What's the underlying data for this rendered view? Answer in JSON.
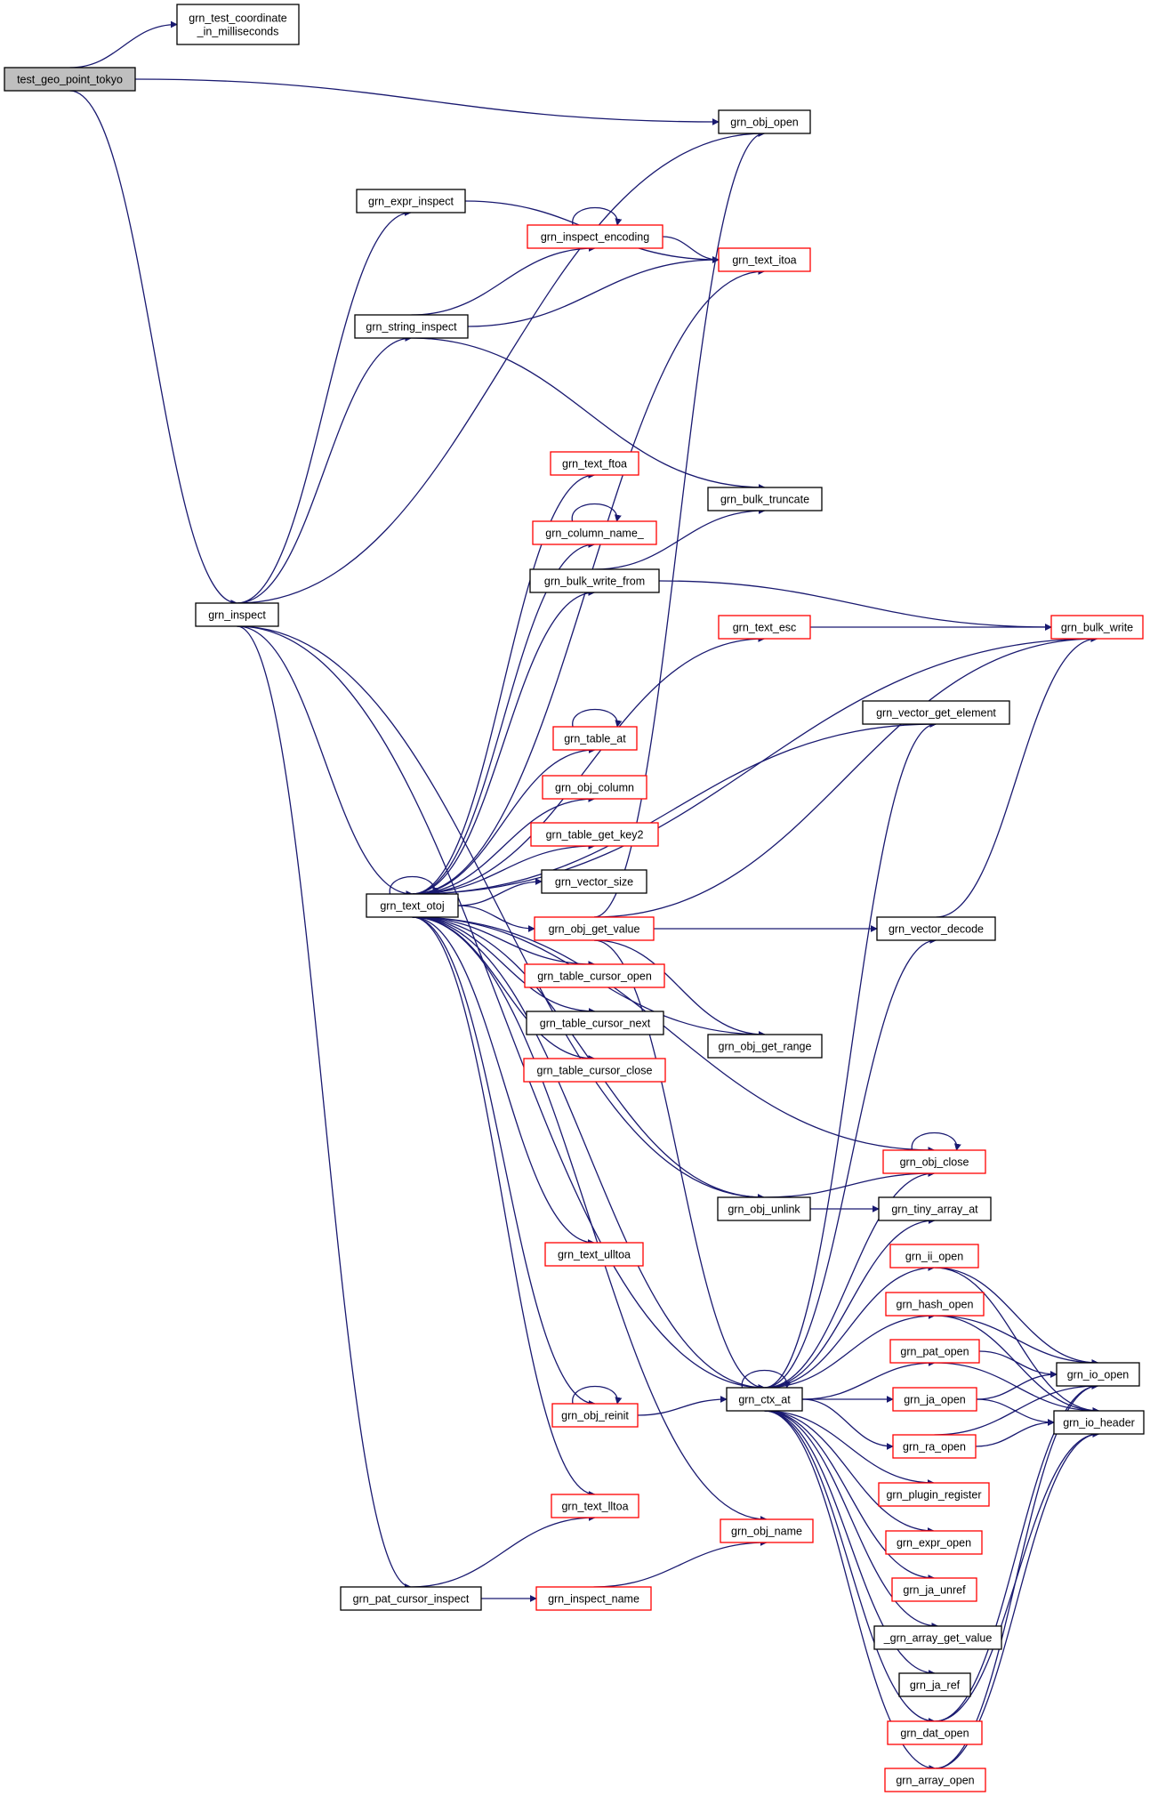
{
  "colors": {
    "edge": "#191970",
    "root_fill": "#bfbfbf",
    "red_border": "#ff0000",
    "black_border": "#000000"
  },
  "nodes": [
    {
      "id": "test_geo_point_tokyo",
      "label": "test_geo_point_tokyo",
      "style": "root"
    },
    {
      "id": "grn_test_coordinate_in_milliseconds",
      "label": "grn_test_coordinate\n_in_milliseconds",
      "style": "black"
    },
    {
      "id": "grn_obj_open",
      "label": "grn_obj_open",
      "style": "black"
    },
    {
      "id": "grn_inspect",
      "label": "grn_inspect",
      "style": "black"
    },
    {
      "id": "grn_expr_inspect",
      "label": "grn_expr_inspect",
      "style": "black"
    },
    {
      "id": "grn_inspect_encoding",
      "label": "grn_inspect_encoding",
      "style": "red"
    },
    {
      "id": "grn_text_itoa",
      "label": "grn_text_itoa",
      "style": "red"
    },
    {
      "id": "grn_string_inspect",
      "label": "grn_string_inspect",
      "style": "black"
    },
    {
      "id": "grn_text_ftoa",
      "label": "grn_text_ftoa",
      "style": "red"
    },
    {
      "id": "grn_bulk_truncate",
      "label": "grn_bulk_truncate",
      "style": "black"
    },
    {
      "id": "grn_column_name_",
      "label": "grn_column_name_",
      "style": "red"
    },
    {
      "id": "grn_bulk_write_from",
      "label": "grn_bulk_write_from",
      "style": "black"
    },
    {
      "id": "grn_text_esc",
      "label": "grn_text_esc",
      "style": "red"
    },
    {
      "id": "grn_bulk_write",
      "label": "grn_bulk_write",
      "style": "red"
    },
    {
      "id": "grn_vector_get_element",
      "label": "grn_vector_get_element",
      "style": "black"
    },
    {
      "id": "grn_table_at",
      "label": "grn_table_at",
      "style": "red"
    },
    {
      "id": "grn_obj_column",
      "label": "grn_obj_column",
      "style": "red"
    },
    {
      "id": "grn_table_get_key2",
      "label": "grn_table_get_key2",
      "style": "red"
    },
    {
      "id": "grn_vector_size",
      "label": "grn_vector_size",
      "style": "black"
    },
    {
      "id": "grn_text_otoj",
      "label": "grn_text_otoj",
      "style": "black"
    },
    {
      "id": "grn_obj_get_value",
      "label": "grn_obj_get_value",
      "style": "red"
    },
    {
      "id": "grn_vector_decode",
      "label": "grn_vector_decode",
      "style": "black"
    },
    {
      "id": "grn_table_cursor_open",
      "label": "grn_table_cursor_open",
      "style": "red"
    },
    {
      "id": "grn_table_cursor_next",
      "label": "grn_table_cursor_next",
      "style": "black"
    },
    {
      "id": "grn_obj_get_range",
      "label": "grn_obj_get_range",
      "style": "black"
    },
    {
      "id": "grn_table_cursor_close",
      "label": "grn_table_cursor_close",
      "style": "red"
    },
    {
      "id": "grn_obj_close",
      "label": "grn_obj_close",
      "style": "red"
    },
    {
      "id": "grn_obj_unlink",
      "label": "grn_obj_unlink",
      "style": "black"
    },
    {
      "id": "grn_tiny_array_at",
      "label": "grn_tiny_array_at",
      "style": "black"
    },
    {
      "id": "grn_text_ulltoa",
      "label": "grn_text_ulltoa",
      "style": "red"
    },
    {
      "id": "grn_ii_open",
      "label": "grn_ii_open",
      "style": "red"
    },
    {
      "id": "grn_hash_open",
      "label": "grn_hash_open",
      "style": "red"
    },
    {
      "id": "grn_pat_open",
      "label": "grn_pat_open",
      "style": "red"
    },
    {
      "id": "grn_io_open",
      "label": "grn_io_open",
      "style": "black"
    },
    {
      "id": "grn_obj_reinit",
      "label": "grn_obj_reinit",
      "style": "red"
    },
    {
      "id": "grn_ctx_at",
      "label": "grn_ctx_at",
      "style": "black"
    },
    {
      "id": "grn_ja_open",
      "label": "grn_ja_open",
      "style": "red"
    },
    {
      "id": "grn_io_header",
      "label": "grn_io_header",
      "style": "black"
    },
    {
      "id": "grn_ra_open",
      "label": "grn_ra_open",
      "style": "red"
    },
    {
      "id": "grn_plugin_register",
      "label": "grn_plugin_register",
      "style": "red"
    },
    {
      "id": "grn_text_lltoa",
      "label": "grn_text_lltoa",
      "style": "red"
    },
    {
      "id": "grn_obj_name",
      "label": "grn_obj_name",
      "style": "red"
    },
    {
      "id": "grn_expr_open",
      "label": "grn_expr_open",
      "style": "red"
    },
    {
      "id": "grn_pat_cursor_inspect",
      "label": "grn_pat_cursor_inspect",
      "style": "black"
    },
    {
      "id": "grn_inspect_name",
      "label": "grn_inspect_name",
      "style": "red"
    },
    {
      "id": "grn_ja_unref",
      "label": "grn_ja_unref",
      "style": "red"
    },
    {
      "id": "_grn_array_get_value",
      "label": "_grn_array_get_value",
      "style": "black"
    },
    {
      "id": "grn_ja_ref",
      "label": "grn_ja_ref",
      "style": "black"
    },
    {
      "id": "grn_dat_open",
      "label": "grn_dat_open",
      "style": "red"
    },
    {
      "id": "grn_array_open",
      "label": "grn_array_open",
      "style": "red"
    }
  ],
  "edges": [
    [
      "test_geo_point_tokyo",
      "grn_test_coordinate_in_milliseconds"
    ],
    [
      "test_geo_point_tokyo",
      "grn_obj_open"
    ],
    [
      "test_geo_point_tokyo",
      "grn_inspect"
    ],
    [
      "grn_inspect",
      "grn_obj_open"
    ],
    [
      "grn_inspect",
      "grn_expr_inspect"
    ],
    [
      "grn_inspect",
      "grn_string_inspect"
    ],
    [
      "grn_inspect",
      "grn_text_otoj"
    ],
    [
      "grn_inspect",
      "grn_obj_unlink"
    ],
    [
      "grn_inspect",
      "grn_ctx_at"
    ],
    [
      "grn_inspect",
      "grn_pat_cursor_inspect"
    ],
    [
      "grn_expr_inspect",
      "grn_text_itoa"
    ],
    [
      "grn_inspect_encoding",
      "grn_inspect_encoding"
    ],
    [
      "grn_inspect_encoding",
      "grn_text_itoa"
    ],
    [
      "grn_string_inspect",
      "grn_inspect_encoding"
    ],
    [
      "grn_string_inspect",
      "grn_text_itoa"
    ],
    [
      "grn_string_inspect",
      "grn_bulk_truncate"
    ],
    [
      "grn_text_otoj",
      "grn_text_itoa"
    ],
    [
      "grn_text_otoj",
      "grn_bulk_write"
    ],
    [
      "grn_text_otoj",
      "grn_text_ftoa"
    ],
    [
      "grn_text_otoj",
      "grn_column_name_"
    ],
    [
      "grn_column_name_",
      "grn_column_name_"
    ],
    [
      "grn_text_otoj",
      "grn_bulk_write_from"
    ],
    [
      "grn_bulk_write_from",
      "grn_bulk_truncate"
    ],
    [
      "grn_bulk_write_from",
      "grn_bulk_write"
    ],
    [
      "grn_text_otoj",
      "grn_text_esc"
    ],
    [
      "grn_text_esc",
      "grn_bulk_write"
    ],
    [
      "grn_text_otoj",
      "grn_vector_get_element"
    ],
    [
      "grn_text_otoj",
      "grn_table_at"
    ],
    [
      "grn_table_at",
      "grn_table_at"
    ],
    [
      "grn_text_otoj",
      "grn_obj_column"
    ],
    [
      "grn_text_otoj",
      "grn_table_get_key2"
    ],
    [
      "grn_text_otoj",
      "grn_vector_size"
    ],
    [
      "grn_text_otoj",
      "grn_text_otoj"
    ],
    [
      "grn_text_otoj",
      "grn_obj_get_value"
    ],
    [
      "grn_obj_get_value",
      "grn_obj_open"
    ],
    [
      "grn_obj_get_value",
      "grn_bulk_write"
    ],
    [
      "grn_obj_get_value",
      "grn_vector_decode"
    ],
    [
      "grn_obj_get_value",
      "grn_obj_get_range"
    ],
    [
      "grn_obj_get_value",
      "grn_ctx_at"
    ],
    [
      "grn_vector_decode",
      "grn_bulk_write"
    ],
    [
      "grn_text_otoj",
      "grn_table_cursor_open"
    ],
    [
      "grn_text_otoj",
      "grn_table_cursor_next"
    ],
    [
      "grn_text_otoj",
      "grn_table_cursor_close"
    ],
    [
      "grn_text_otoj",
      "grn_obj_get_range"
    ],
    [
      "grn_text_otoj",
      "grn_obj_close"
    ],
    [
      "grn_obj_close",
      "grn_obj_close"
    ],
    [
      "grn_text_otoj",
      "grn_obj_unlink"
    ],
    [
      "grn_obj_unlink",
      "grn_obj_close"
    ],
    [
      "grn_obj_unlink",
      "grn_tiny_array_at"
    ],
    [
      "grn_text_otoj",
      "grn_text_ulltoa"
    ],
    [
      "grn_text_otoj",
      "grn_obj_reinit"
    ],
    [
      "grn_obj_reinit",
      "grn_obj_reinit"
    ],
    [
      "grn_obj_reinit",
      "grn_ctx_at"
    ],
    [
      "grn_text_otoj",
      "grn_ctx_at"
    ],
    [
      "grn_text_otoj",
      "grn_text_lltoa"
    ],
    [
      "grn_text_otoj",
      "grn_obj_name"
    ],
    [
      "grn_ctx_at",
      "grn_ctx_at"
    ],
    [
      "grn_ctx_at",
      "grn_vector_get_element"
    ],
    [
      "grn_ctx_at",
      "grn_vector_decode"
    ],
    [
      "grn_ctx_at",
      "grn_obj_close"
    ],
    [
      "grn_ctx_at",
      "grn_tiny_array_at"
    ],
    [
      "grn_ctx_at",
      "grn_ii_open"
    ],
    [
      "grn_ctx_at",
      "grn_hash_open"
    ],
    [
      "grn_ctx_at",
      "grn_pat_open"
    ],
    [
      "grn_ctx_at",
      "grn_ja_open"
    ],
    [
      "grn_ctx_at",
      "grn_ra_open"
    ],
    [
      "grn_ctx_at",
      "grn_plugin_register"
    ],
    [
      "grn_ctx_at",
      "grn_expr_open"
    ],
    [
      "grn_ctx_at",
      "grn_ja_unref"
    ],
    [
      "grn_ctx_at",
      "_grn_array_get_value"
    ],
    [
      "grn_ctx_at",
      "grn_ja_ref"
    ],
    [
      "grn_ctx_at",
      "grn_dat_open"
    ],
    [
      "grn_ctx_at",
      "grn_array_open"
    ],
    [
      "grn_ii_open",
      "grn_io_open"
    ],
    [
      "grn_ii_open",
      "grn_io_header"
    ],
    [
      "grn_hash_open",
      "grn_io_open"
    ],
    [
      "grn_hash_open",
      "grn_io_header"
    ],
    [
      "grn_pat_open",
      "grn_io_open"
    ],
    [
      "grn_pat_open",
      "grn_io_header"
    ],
    [
      "grn_ja_open",
      "grn_io_open"
    ],
    [
      "grn_ja_open",
      "grn_io_header"
    ],
    [
      "grn_ra_open",
      "grn_io_open"
    ],
    [
      "grn_ra_open",
      "grn_io_header"
    ],
    [
      "grn_dat_open",
      "grn_io_open"
    ],
    [
      "grn_dat_open",
      "grn_io_header"
    ],
    [
      "grn_array_open",
      "grn_io_open"
    ],
    [
      "grn_array_open",
      "grn_io_header"
    ],
    [
      "grn_pat_cursor_inspect",
      "grn_text_lltoa"
    ],
    [
      "grn_pat_cursor_inspect",
      "grn_inspect_name"
    ],
    [
      "grn_inspect_name",
      "grn_obj_name"
    ]
  ]
}
